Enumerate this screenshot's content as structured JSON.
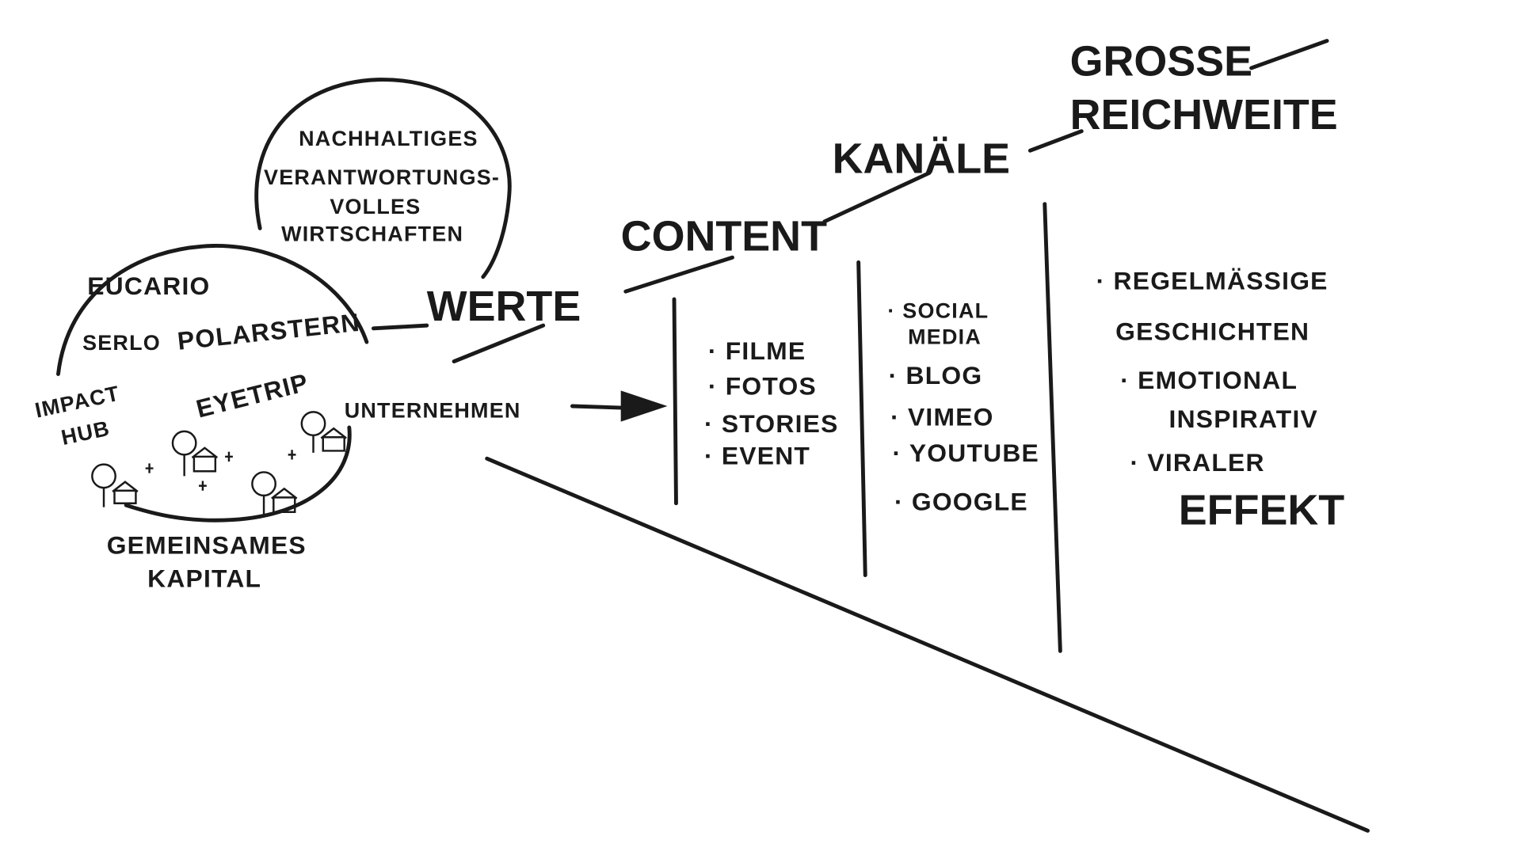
{
  "values_circle": {
    "lines": [
      "NACHHALTIGES",
      "VERANTWORTUNGS-",
      "VOLLES",
      "WIRTSCHAFTEN"
    ]
  },
  "companies_circle": {
    "companies": [
      "EUCARIO",
      "SERLO",
      "POLARSTERN",
      "IMPACT",
      "HUB",
      "EYETRIP"
    ],
    "caption": [
      "GEMEINSAMES",
      "KAPITAL"
    ]
  },
  "stages": {
    "werte": "WERTE",
    "content": "CONTENT",
    "kanaele": "KANÄLE",
    "reichweite": [
      "GROSSE",
      "REICHWEITE"
    ]
  },
  "unternehmen": "UNTERNEHMEN",
  "content_items": [
    "· FILME",
    "· FOTOS",
    "· STORIES",
    "· EVENT"
  ],
  "channel_items": [
    "· SOCIAL",
    "MEDIA",
    "· BLOG",
    "· VIMEO",
    "· YOUTUBE",
    "· GOOGLE"
  ],
  "reach_items": [
    "· REGELMÄSSIGE",
    "GESCHICHTEN",
    "· EMOTIONAL",
    "INSPIRATIV",
    "· VIRALER",
    "EFFEKT"
  ]
}
